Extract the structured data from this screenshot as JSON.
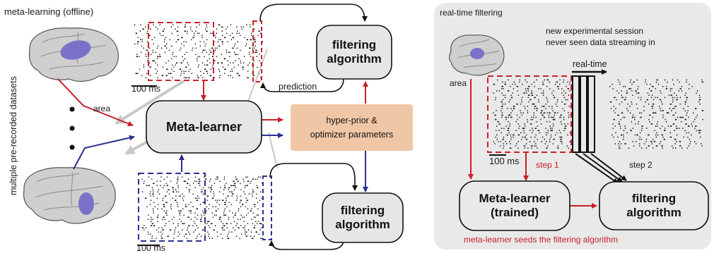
{
  "left_panel": {
    "title": "meta-learning (offline)",
    "side_label": "multiple pre-recorded datasets",
    "area_label": "area",
    "scale_top": "100 ms",
    "scale_bottom": "100 ms",
    "prediction_label": "prediction",
    "meta_learner": "Meta-learner",
    "hyper_prior_line1": "hyper-prior &",
    "hyper_prior_line2": "optimizer parameters",
    "filter_top_line1": "filtering",
    "filter_top_line2": "algorithm",
    "filter_bottom_line1": "filtering",
    "filter_bottom_line2": "algorithm"
  },
  "right_panel": {
    "title": "real-time filtering",
    "note_line1": "new experimental session",
    "note_line2": "never seen data streaming in",
    "realtime_label": "real-time",
    "area_label": "area",
    "scale": "100 ms",
    "step1": "step 1",
    "step2": "step 2",
    "meta_learner_line1": "Meta-learner",
    "meta_learner_line2": "(trained)",
    "filter_line1": "filtering",
    "filter_line2": "algorithm",
    "caption": "meta-learner seeds the filtering algorithm"
  },
  "colors": {
    "red": "#c8202a",
    "blue": "#2b2f8f",
    "gray_arrow": "#c8c8c8",
    "node_fill": "#e6e6e8",
    "hyper_fill": "#f0c7a6",
    "panel_fill": "#e9e9e9",
    "brain_fill": "#cfcfcf",
    "brain_area": "#7a72c8"
  }
}
